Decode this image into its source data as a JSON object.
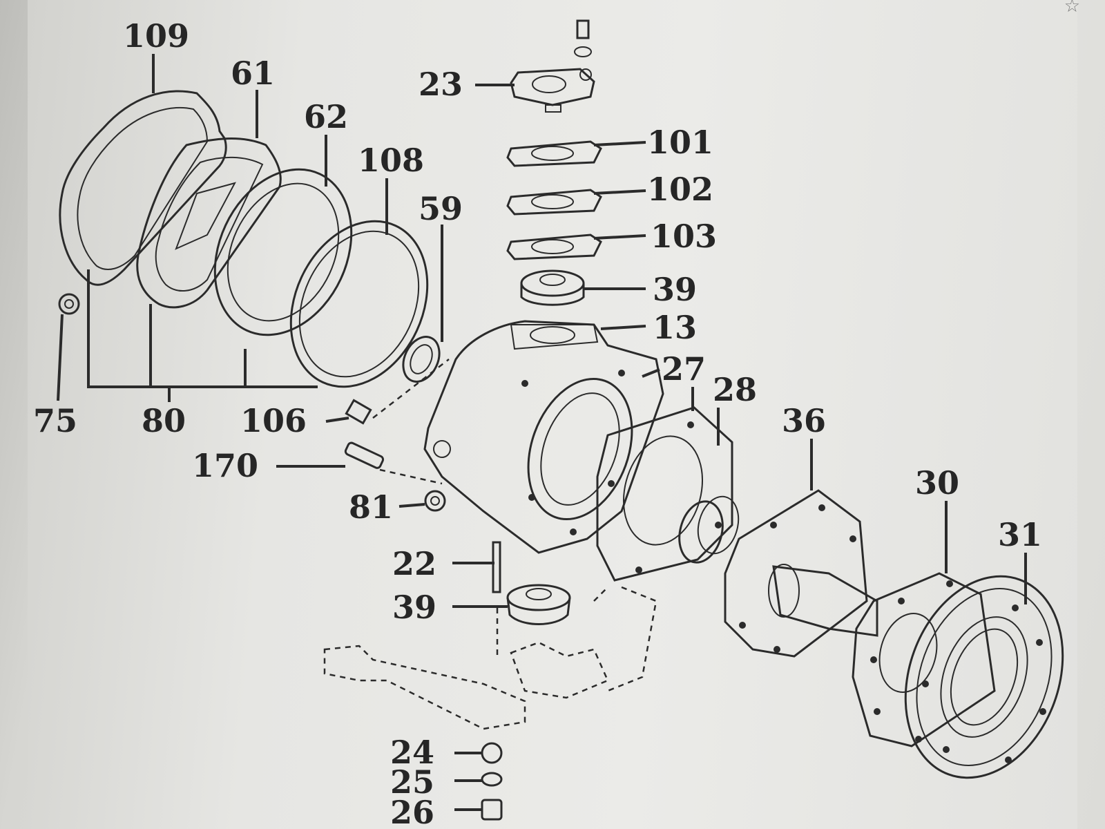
{
  "diagram": {
    "callouts": [
      "109",
      "61",
      "62",
      "108",
      "59",
      "23",
      "101",
      "102",
      "103",
      "39",
      "13",
      "27",
      "28",
      "36",
      "30",
      "31",
      "75",
      "80",
      "106",
      "170",
      "81",
      "22",
      "39",
      "24",
      "25",
      "26"
    ]
  },
  "ui": {
    "corner_icon": "star-icon"
  }
}
